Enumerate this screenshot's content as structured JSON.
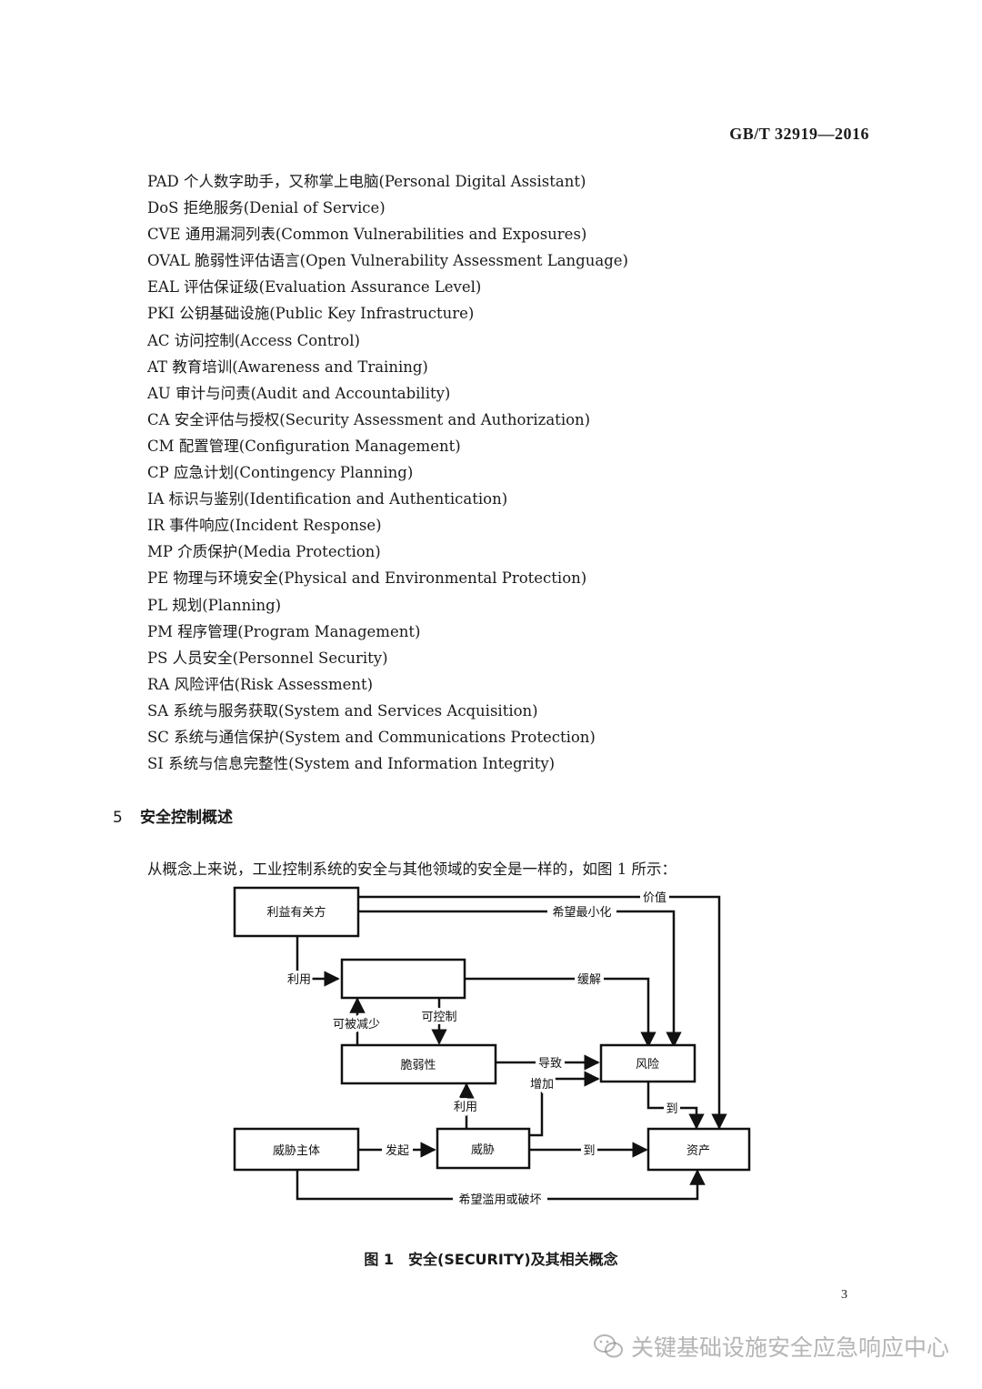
{
  "header": {
    "standard_code": "GB/T 32919—2016"
  },
  "abbreviations": [
    "PAD 个人数字助手，又称掌上电脑(Personal Digital Assistant)",
    "DoS 拒绝服务(Denial of Service)",
    "CVE 通用漏洞列表(Common Vulnerabilities and Exposures)",
    "OVAL 脆弱性评估语言(Open Vulnerability Assessment Language)",
    "EAL 评估保证级(Evaluation Assurance Level)",
    "PKI 公钥基础设施(Public Key Infrastructure)",
    "AC 访问控制(Access Control)",
    "AT 教育培训(Awareness and Training)",
    "AU 审计与问责(Audit and Accountability)",
    "CA 安全评估与授权(Security Assessment and Authorization)",
    "CM 配置管理(Configuration Management)",
    "CP 应急计划(Contingency Planning)",
    "IA 标识与鉴别(Identification and Authentication)",
    "IR 事件响应(Incident Response)",
    "MP 介质保护(Media Protection)",
    "PE 物理与环境安全(Physical and Environmental Protection)",
    "PL 规划(Planning)",
    "PM 程序管理(Program Management)",
    "PS 人员安全(Personnel Security)",
    "RA 风险评估(Risk Assessment)",
    "SA 系统与服务获取(System and Services Acquisition)",
    "SC 系统与通信保护(System and Communications Protection)",
    "SI 系统与信息完整性(System and Information Integrity)"
  ],
  "section": {
    "number": "5",
    "title": "安全控制概述"
  },
  "intro": "从概念上来说，工业控制系统的安全与其他领域的安全是一样的，如图 1 所示：",
  "diagram": {
    "nodes": {
      "stakeholder": "利益有关方",
      "countermeasure": "",
      "vulnerability": "脆弱性",
      "risk": "风险",
      "threat_agent": "威胁主体",
      "threat": "威胁",
      "asset": "资产"
    },
    "labels": {
      "value": "价值",
      "minimize": "希望最小化",
      "use1": "利用",
      "mitigate": "缓解",
      "reducible": "可被减少",
      "controllable": "可控制",
      "lead_to": "导致",
      "increase": "增加",
      "use2": "利用",
      "to1": "到",
      "initiate": "发起",
      "to2": "到",
      "abuse": "希望滥用或破坏"
    }
  },
  "caption": "图 1　安全(SECURITY)及其相关概念",
  "page_number": "3",
  "watermark": {
    "text": "关键基础设施安全应急响应中心"
  }
}
